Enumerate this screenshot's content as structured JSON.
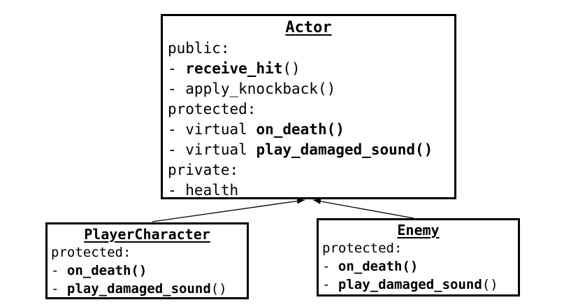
{
  "diagram": {
    "type": "uml-class-diagram",
    "background_color": "#ffffff",
    "stroke_color": "#000000",
    "text_color": "#000000",
    "classes": [
      {
        "name": "Actor",
        "title": "Actor",
        "lines": [
          [
            {
              "t": "public:",
              "b": false
            }
          ],
          [
            {
              "t": "- ",
              "b": false
            },
            {
              "t": "receive_hit",
              "b": true
            },
            {
              "t": "()",
              "b": false
            }
          ],
          [
            {
              "t": "- apply_knockback()",
              "b": false
            }
          ],
          [
            {
              "t": "protected:",
              "b": false
            }
          ],
          [
            {
              "t": "- virtual ",
              "b": false
            },
            {
              "t": "on_death()",
              "b": true
            }
          ],
          [
            {
              "t": "- virtual ",
              "b": false
            },
            {
              "t": "play_damaged_sound()",
              "b": true
            }
          ],
          [
            {
              "t": "private:",
              "b": false
            }
          ],
          [
            {
              "t": "- health",
              "b": false
            }
          ]
        ]
      },
      {
        "name": "PlayerCharacter",
        "title": "PlayerCharacter",
        "lines": [
          [
            {
              "t": "protected:",
              "b": false
            }
          ],
          [
            {
              "t": "- ",
              "b": false
            },
            {
              "t": "on_death()",
              "b": true
            }
          ],
          [
            {
              "t": "- ",
              "b": false
            },
            {
              "t": "play_damaged_sound",
              "b": true
            },
            {
              "t": "()",
              "b": false
            }
          ]
        ]
      },
      {
        "name": "Enemy",
        "title": "Enemy",
        "lines": [
          [
            {
              "t": "protected:",
              "b": false
            }
          ],
          [
            {
              "t": "- ",
              "b": false
            },
            {
              "t": "on_death()",
              "b": true
            }
          ],
          [
            {
              "t": "- ",
              "b": false
            },
            {
              "t": "play_damaged_sound",
              "b": true
            },
            {
              "t": "()",
              "b": false
            }
          ]
        ]
      }
    ],
    "relationships": [
      {
        "from": "PlayerCharacter",
        "to": "Actor",
        "type": "inheritance"
      },
      {
        "from": "Enemy",
        "to": "Actor",
        "type": "inheritance"
      }
    ]
  }
}
